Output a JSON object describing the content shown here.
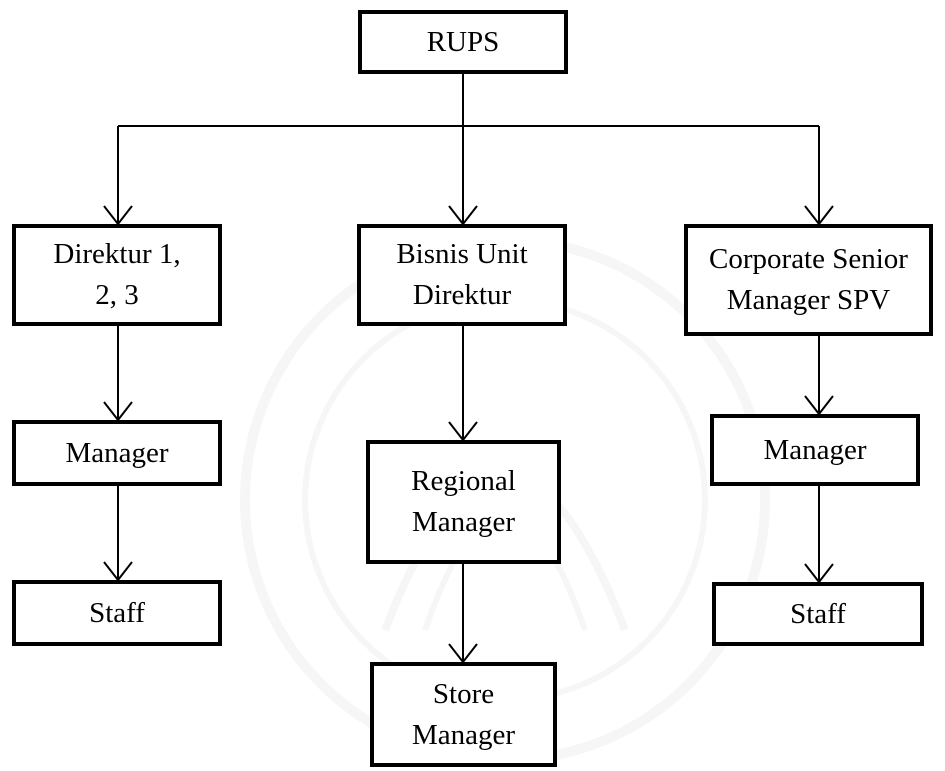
{
  "chart": {
    "root": {
      "label": "RUPS"
    },
    "col1": {
      "head": {
        "line1": "Direktur 1,",
        "line2": "2, 3"
      },
      "mid": {
        "label": "Manager"
      },
      "leaf": {
        "label": "Staff"
      }
    },
    "col2": {
      "head": {
        "line1": "Bisnis Unit",
        "line2": "Direktur"
      },
      "mid": {
        "line1": "Regional",
        "line2": "Manager"
      },
      "leaf": {
        "line1": "Store",
        "line2": "Manager"
      }
    },
    "col3": {
      "head": {
        "line1": "Corporate Senior",
        "line2": "Manager SPV"
      },
      "mid": {
        "label": "Manager"
      },
      "leaf": {
        "label": "Staff"
      }
    }
  },
  "colors": {
    "line": "#000000",
    "box_fill": "#ffffff",
    "watermark": "#9a9a9a"
  }
}
